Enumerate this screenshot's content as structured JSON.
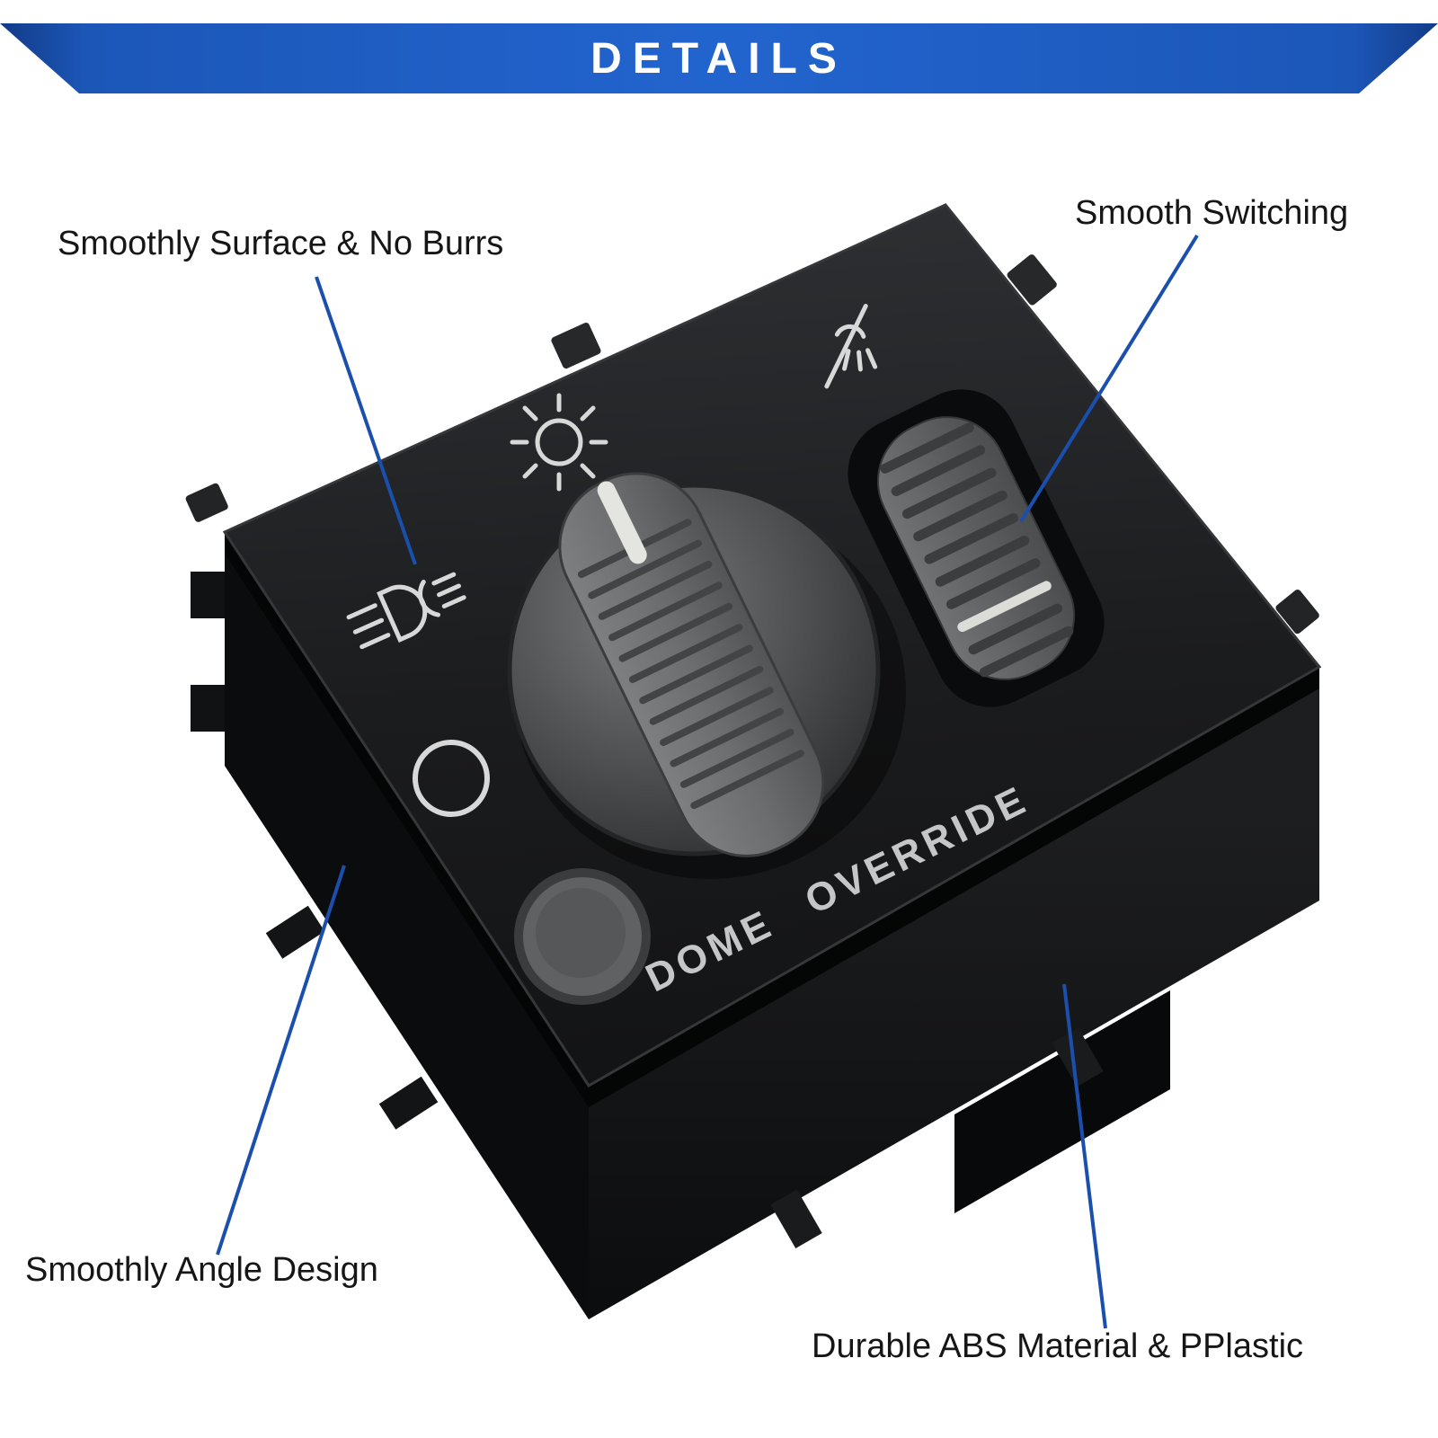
{
  "banner": {
    "title": "DETAILS"
  },
  "callouts": {
    "surface": "Smoothly Surface & No Burrs",
    "switching": "Smooth Switching",
    "angle": "Smoothly Angle Design",
    "material": "Durable ABS Material & PPlastic"
  },
  "product": {
    "print_label": "DOME OVERRIDE",
    "icons": [
      "headlamp-icon",
      "panel-light-icon",
      "dome-light-icon",
      "off-position-icon"
    ]
  },
  "colors": {
    "banner_blue": "#2264ce",
    "callout_line_blue": "#1a4fae",
    "panel_black": "#17181a",
    "control_gray": "#636567",
    "indicator_white": "#e4e4e0"
  }
}
